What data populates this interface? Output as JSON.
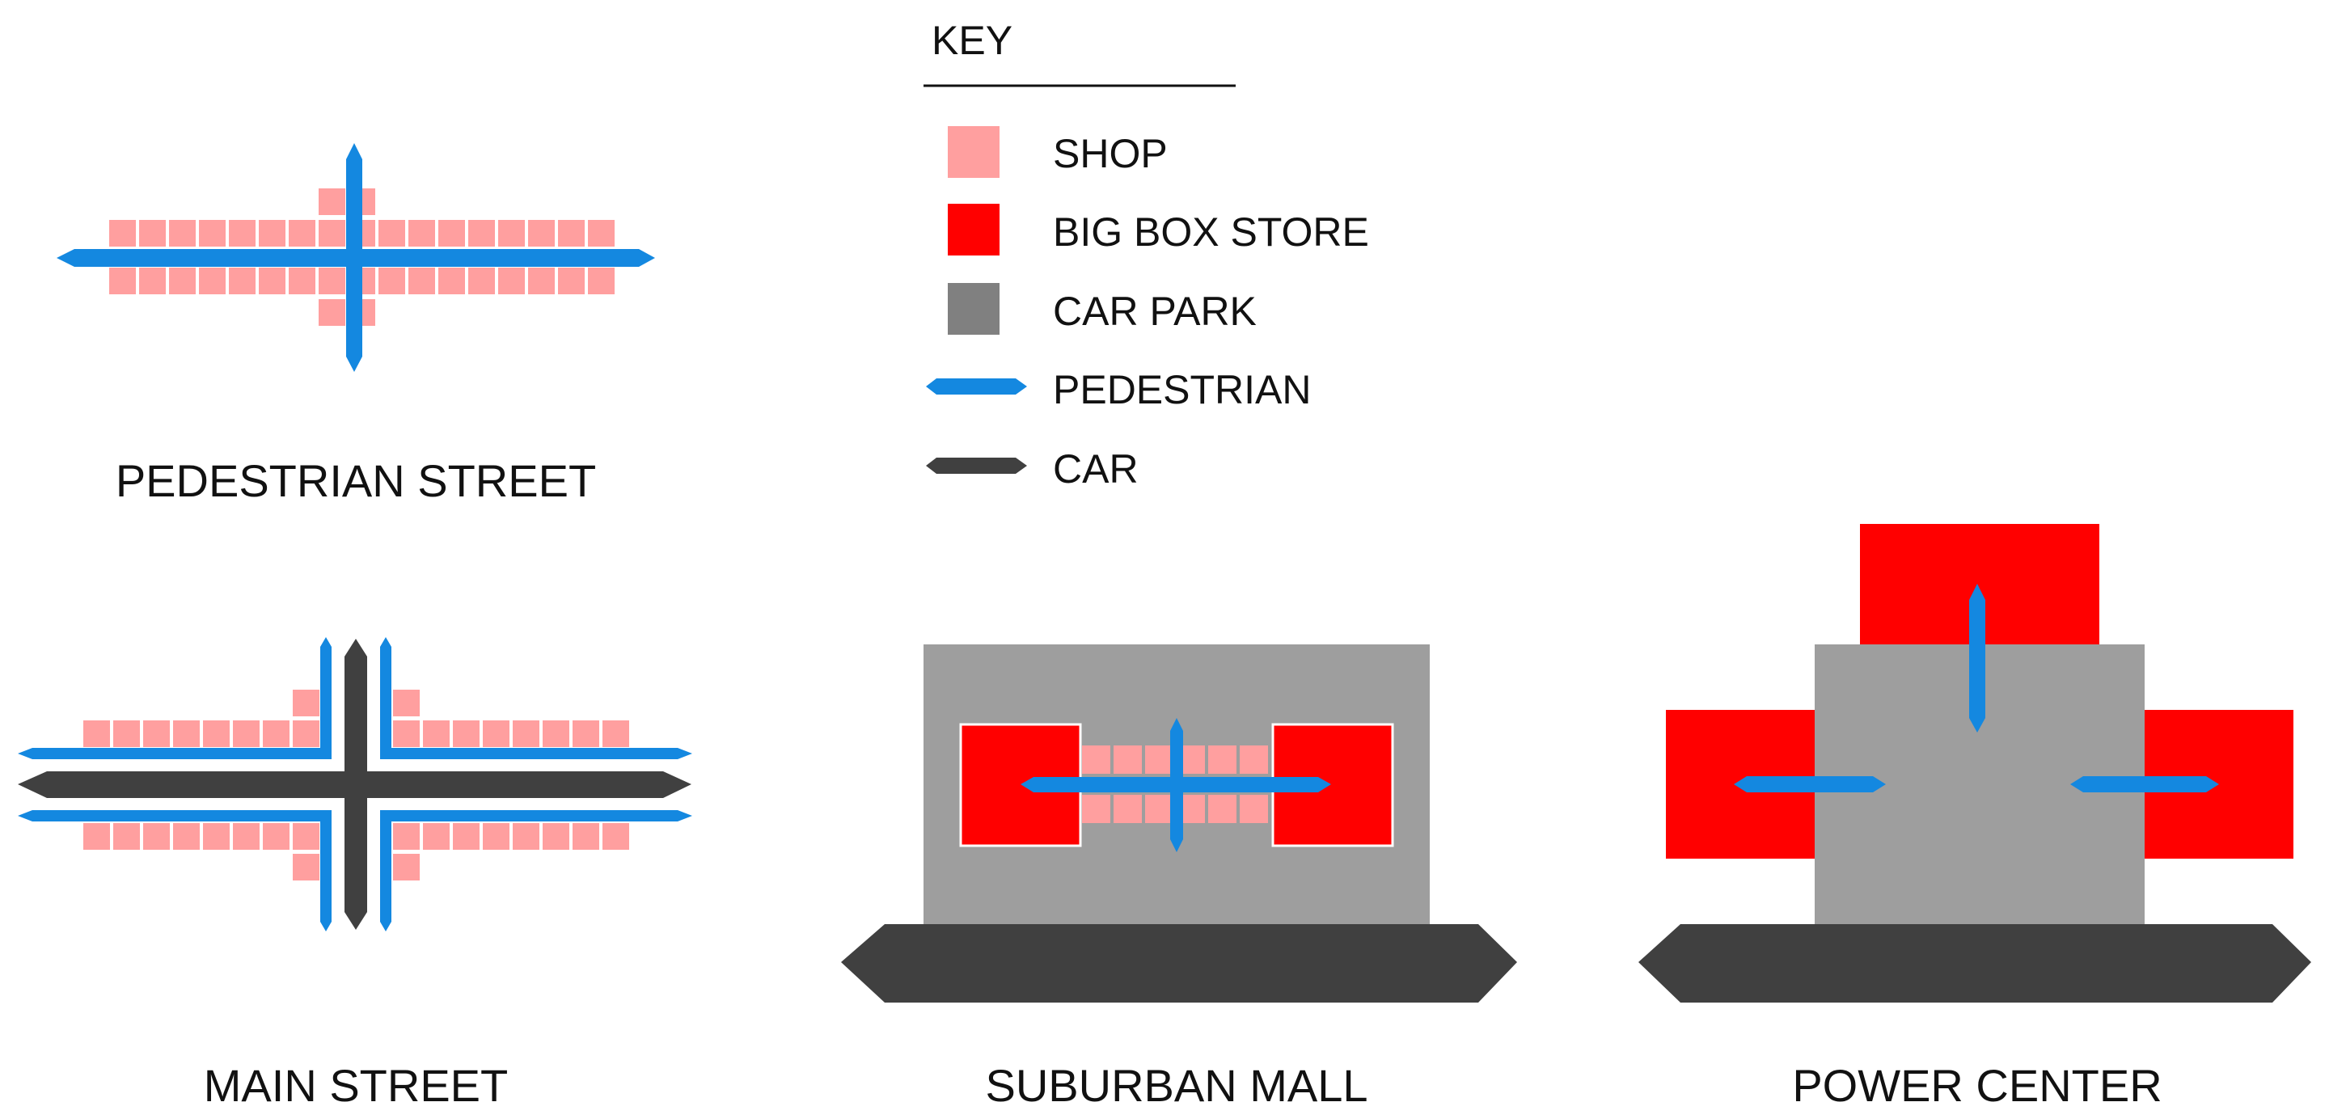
{
  "key": {
    "title": "KEY",
    "items": [
      {
        "label": "SHOP",
        "icon": "swatch",
        "color": "#ff9f9f"
      },
      {
        "label": "BIG BOX STORE",
        "icon": "swatch",
        "color": "#ff0000"
      },
      {
        "label": "CAR PARK",
        "icon": "swatch",
        "color": "#808080"
      },
      {
        "label": "PEDESTRIAN",
        "icon": "arrow",
        "color": "#1488e0"
      },
      {
        "label": "CAR",
        "icon": "arrow",
        "color": "#404040"
      }
    ]
  },
  "panels": [
    {
      "id": "pedestrian-street",
      "caption": "PEDESTRIAN STREET"
    },
    {
      "id": "main-street",
      "caption": "MAIN STREET"
    },
    {
      "id": "suburban-mall",
      "caption": "SUBURBAN MALL"
    },
    {
      "id": "power-center",
      "caption": "POWER CENTER"
    }
  ],
  "colors": {
    "shop": "#ff9f9f",
    "big_box": "#ff0000",
    "car_park": "#9e9e9e",
    "pedestrian": "#1488e0",
    "car": "#404040"
  }
}
